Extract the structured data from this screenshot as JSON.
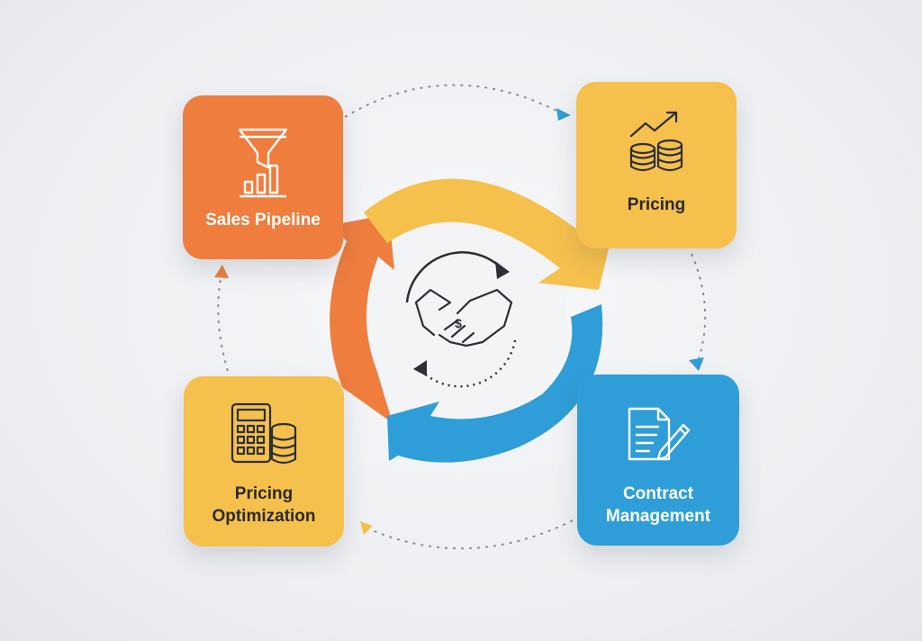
{
  "nodes": {
    "sales_pipeline": {
      "label": "Sales Pipeline",
      "icon": "funnel-bar-chart-icon",
      "color": "#ee7d3e"
    },
    "pricing": {
      "label": "Pricing",
      "icon": "growth-coins-icon",
      "color": "#f6c04d"
    },
    "contract_management": {
      "label": "Contract\nManagement",
      "icon": "document-pen-icon",
      "color": "#2f9ed8"
    },
    "pricing_optimization": {
      "label": "Pricing\nOptimization",
      "icon": "calculator-coins-icon",
      "color": "#f6c04d"
    }
  },
  "center": {
    "icon": "handshake-dollar-icon"
  },
  "cycle_arrows": [
    {
      "from": "sales_pipeline",
      "to": "pricing",
      "color": "#f6c04d"
    },
    {
      "from": "pricing",
      "to": "contract_management",
      "color": "#2f9ed8"
    },
    {
      "from": "contract_management",
      "to": "pricing_optimization",
      "color": "#2f9ed8"
    },
    {
      "from": "pricing_optimization",
      "to": "sales_pipeline",
      "color": "#ee7d3e"
    }
  ],
  "connector_color": "#8a8f98",
  "connector_arrow_colors": {
    "to_pricing": "#2f9ed8",
    "to_contract": "#2f9ed8",
    "to_optimization": "#f6c04d",
    "to_sales": "#ee7d3e"
  }
}
